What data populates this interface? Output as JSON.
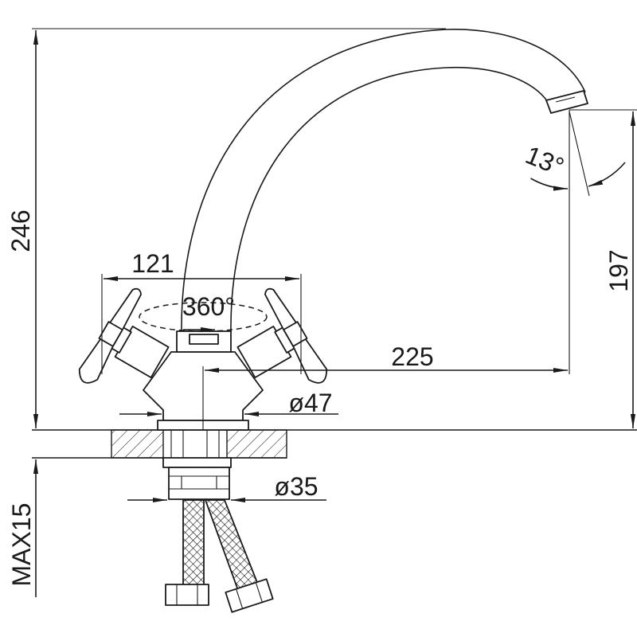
{
  "colors": {
    "line": "#1a1a1a",
    "background": "#ffffff"
  },
  "dimensions": {
    "overall_height": "246",
    "handle_span": "121",
    "rotation": "360°",
    "spout_reach": "225",
    "outlet_height": "197",
    "outlet_angle": "13°",
    "body_diameter": "ø47",
    "shank_diameter": "ø35",
    "max_counter_thickness": "MAX15"
  }
}
